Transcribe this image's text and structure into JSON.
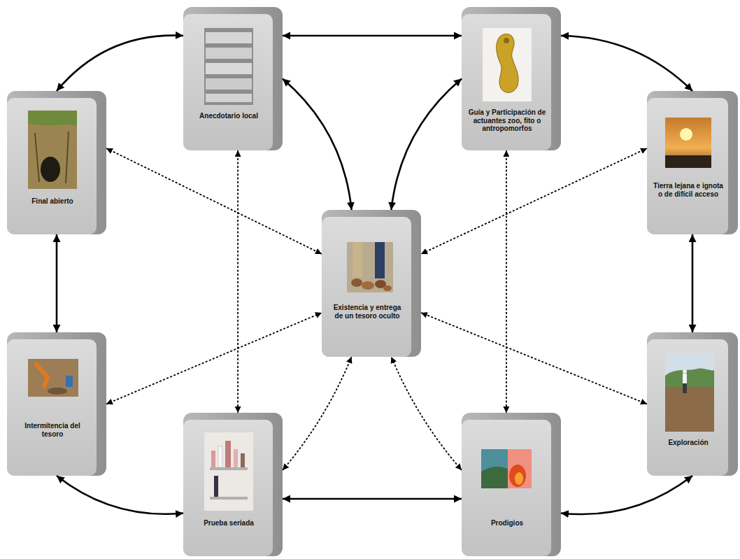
{
  "diagram": {
    "nodes": [
      {
        "text": [
          "Anecdotario local"
        ]
      },
      {
        "text": [
          "Guía y Participación de actuantes zoo, fito o antropomorfos"
        ]
      },
      {
        "text": [
          "Final abierto"
        ]
      },
      {
        "text": [
          "Tierra lejana e ignota o de difícil acceso"
        ]
      },
      {
        "text": [
          "Existencia y entrega de un tesoro oculto"
        ]
      },
      {
        "text": [
          "Intermitencia del tesoro"
        ]
      },
      {
        "text": [
          "Exploración"
        ]
      },
      {
        "text": [
          "Prueba seriada"
        ]
      },
      {
        "text": [
          "Prodigios"
        ]
      }
    ],
    "edges": [
      {
        "from": 0,
        "to": 1,
        "arrow": "both"
      },
      {
        "from": 0,
        "to": 2,
        "arrow": "both"
      },
      {
        "from": 0,
        "to": 4,
        "arrow": "both"
      },
      {
        "from": 1,
        "to": 4,
        "arrow": "both"
      },
      {
        "from": 1,
        "to": 3,
        "arrow": "both"
      },
      {
        "from": 2,
        "to": 5,
        "arrow": "both"
      },
      {
        "from": 3,
        "to": 6,
        "arrow": "both"
      },
      {
        "from": 5,
        "to": 7,
        "arrow": "both"
      },
      {
        "from": 7,
        "to": 8,
        "arrow": "both"
      },
      {
        "from": 8,
        "to": 6,
        "arrow": "both"
      },
      {
        "from": 2,
        "to": 4,
        "arrow": "both"
      },
      {
        "from": 3,
        "to": 4,
        "arrow": "both"
      },
      {
        "from": 5,
        "to": 4,
        "arrow": "both"
      },
      {
        "from": 6,
        "to": 4,
        "arrow": "both"
      },
      {
        "from": 7,
        "to": 4,
        "arrow": "both"
      },
      {
        "from": 8,
        "to": 4,
        "arrow": "both"
      },
      {
        "from": 0,
        "to": 7,
        "arrow": "both"
      },
      {
        "from": 1,
        "to": 8,
        "arrow": "both"
      }
    ]
  }
}
